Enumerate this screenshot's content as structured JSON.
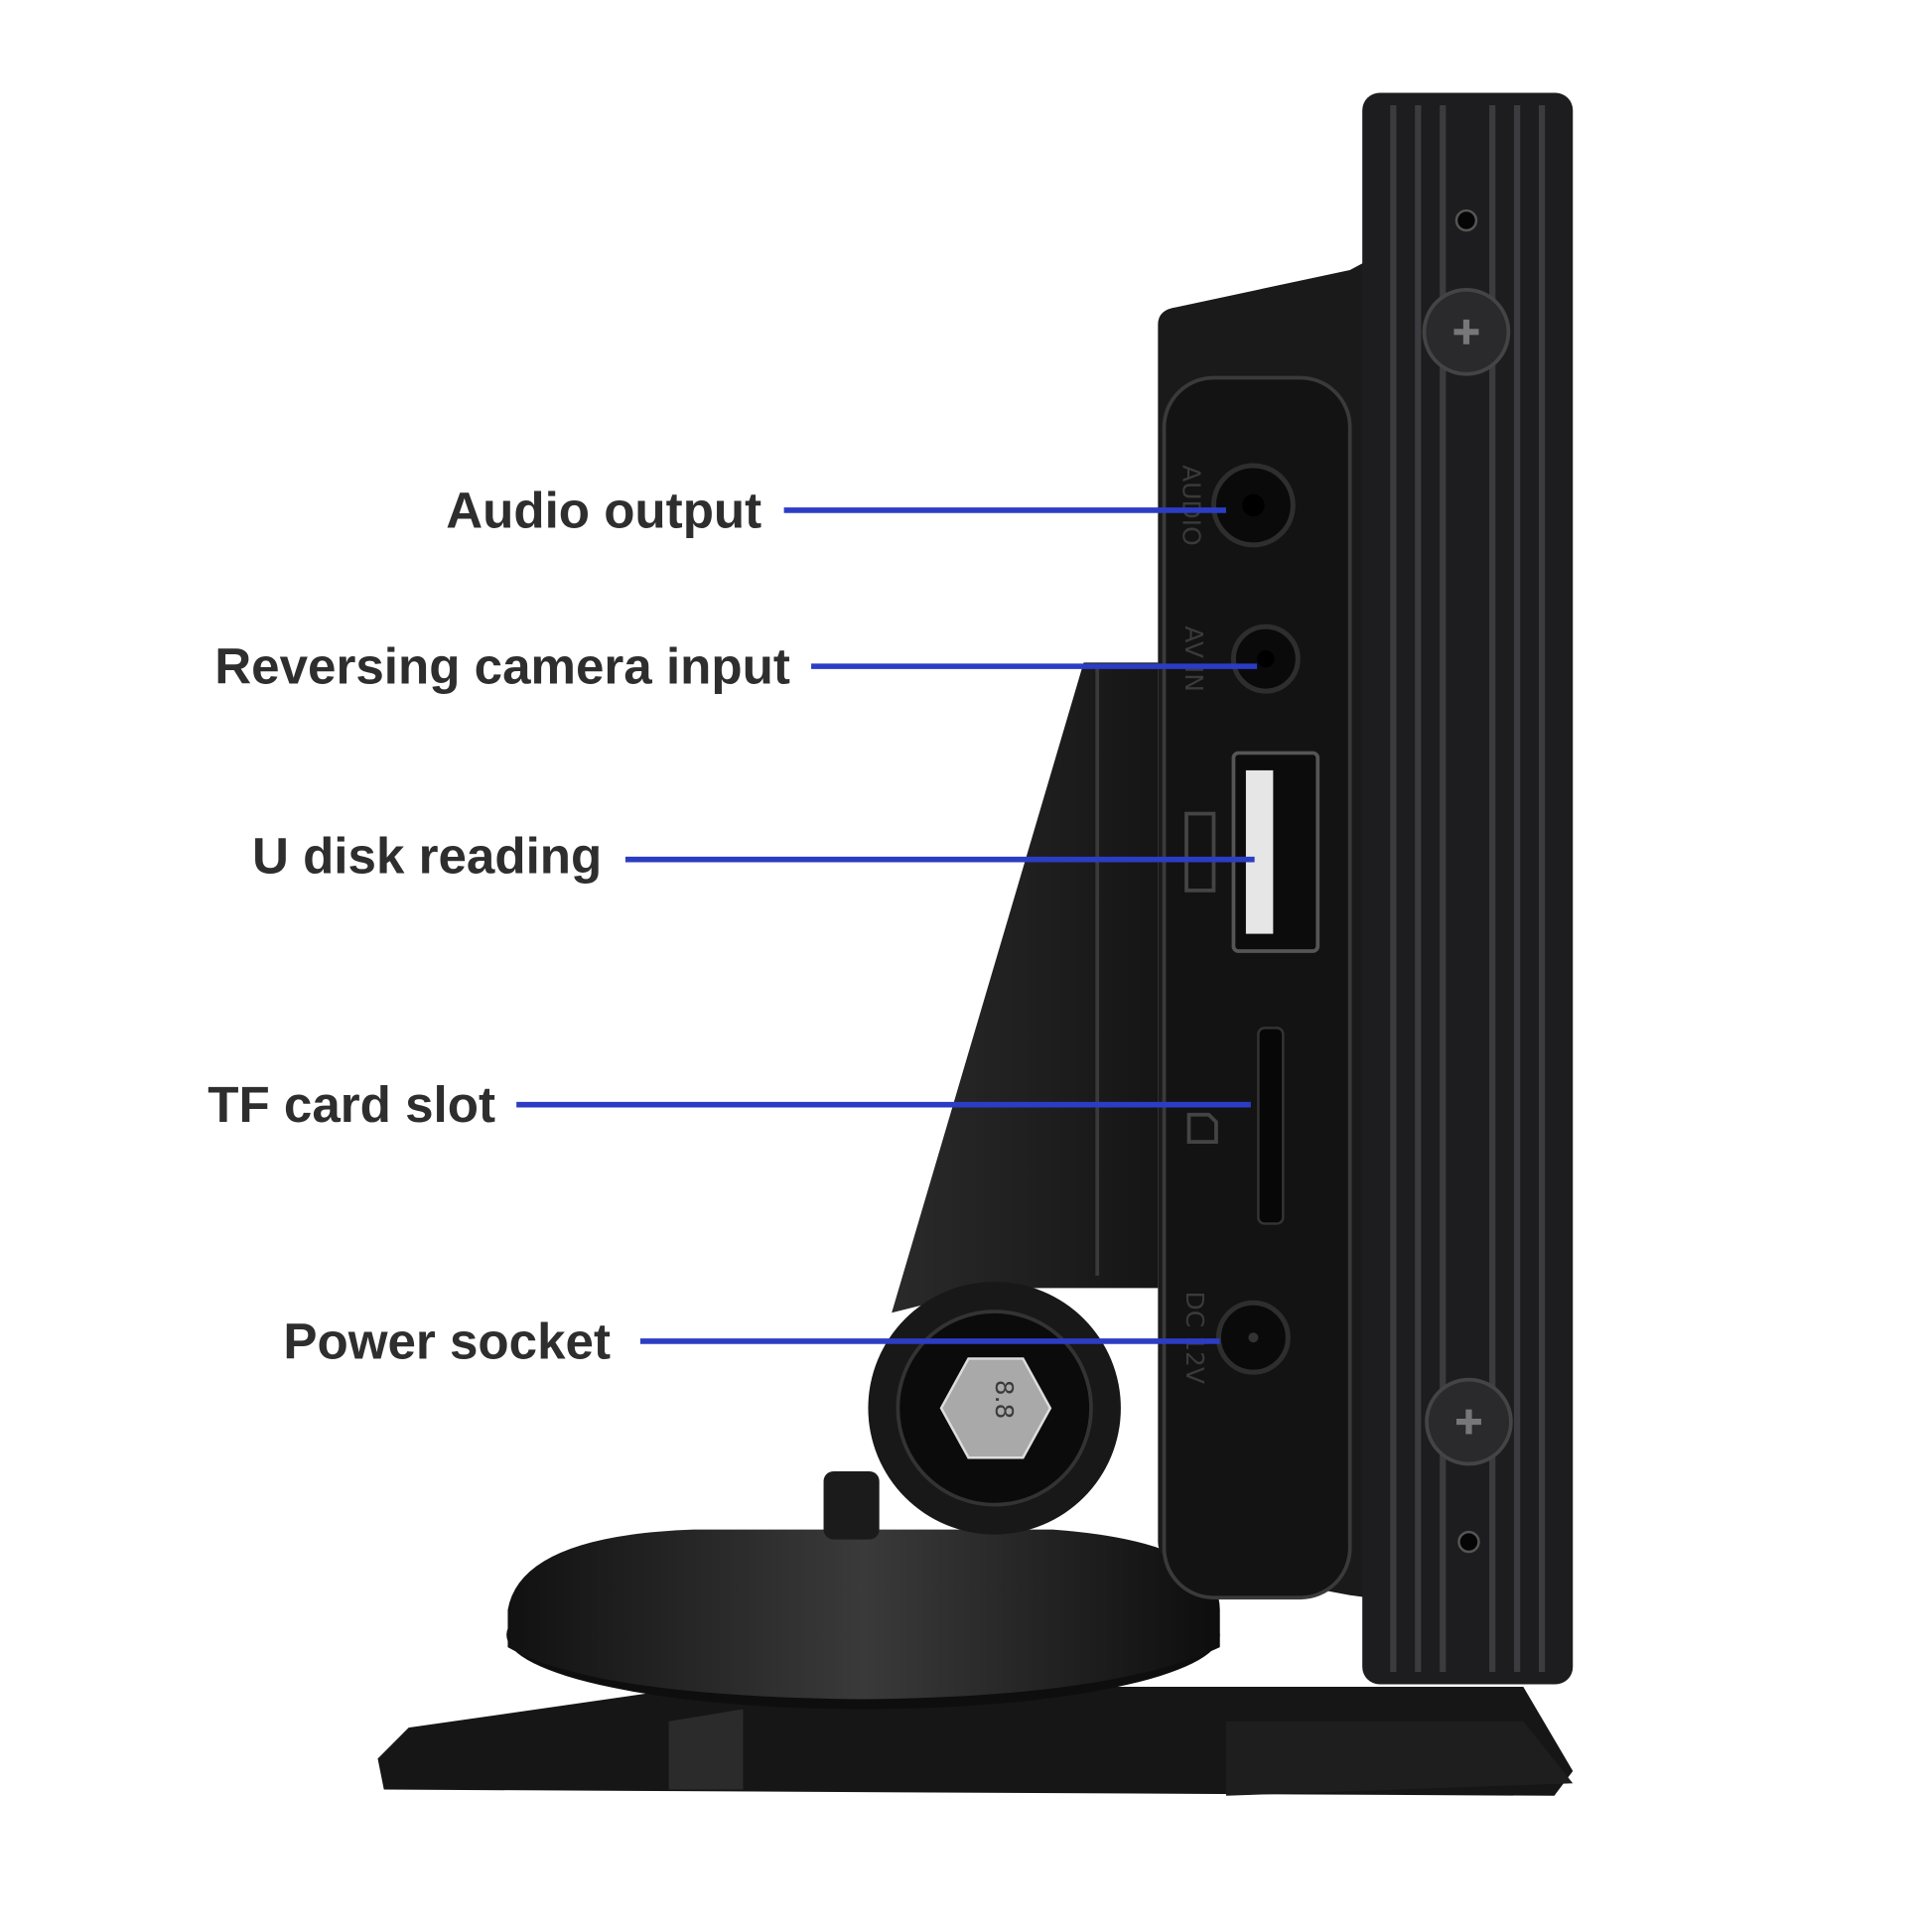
{
  "callouts": [
    {
      "label": "Audio output",
      "port_marking": "AUDIO"
    },
    {
      "label": "Reversing camera input",
      "port_marking": "AV IN"
    },
    {
      "label": "U disk reading",
      "port_marking": ""
    },
    {
      "label": "TF card slot",
      "port_marking": ""
    },
    {
      "label": "Power socket",
      "port_marking": "DC 12V"
    }
  ],
  "bolt_marking": "8.8",
  "colors": {
    "callout_line": "#2b3dc4",
    "label_text": "#2e2e2e",
    "device_body": "#1c1c1e"
  }
}
